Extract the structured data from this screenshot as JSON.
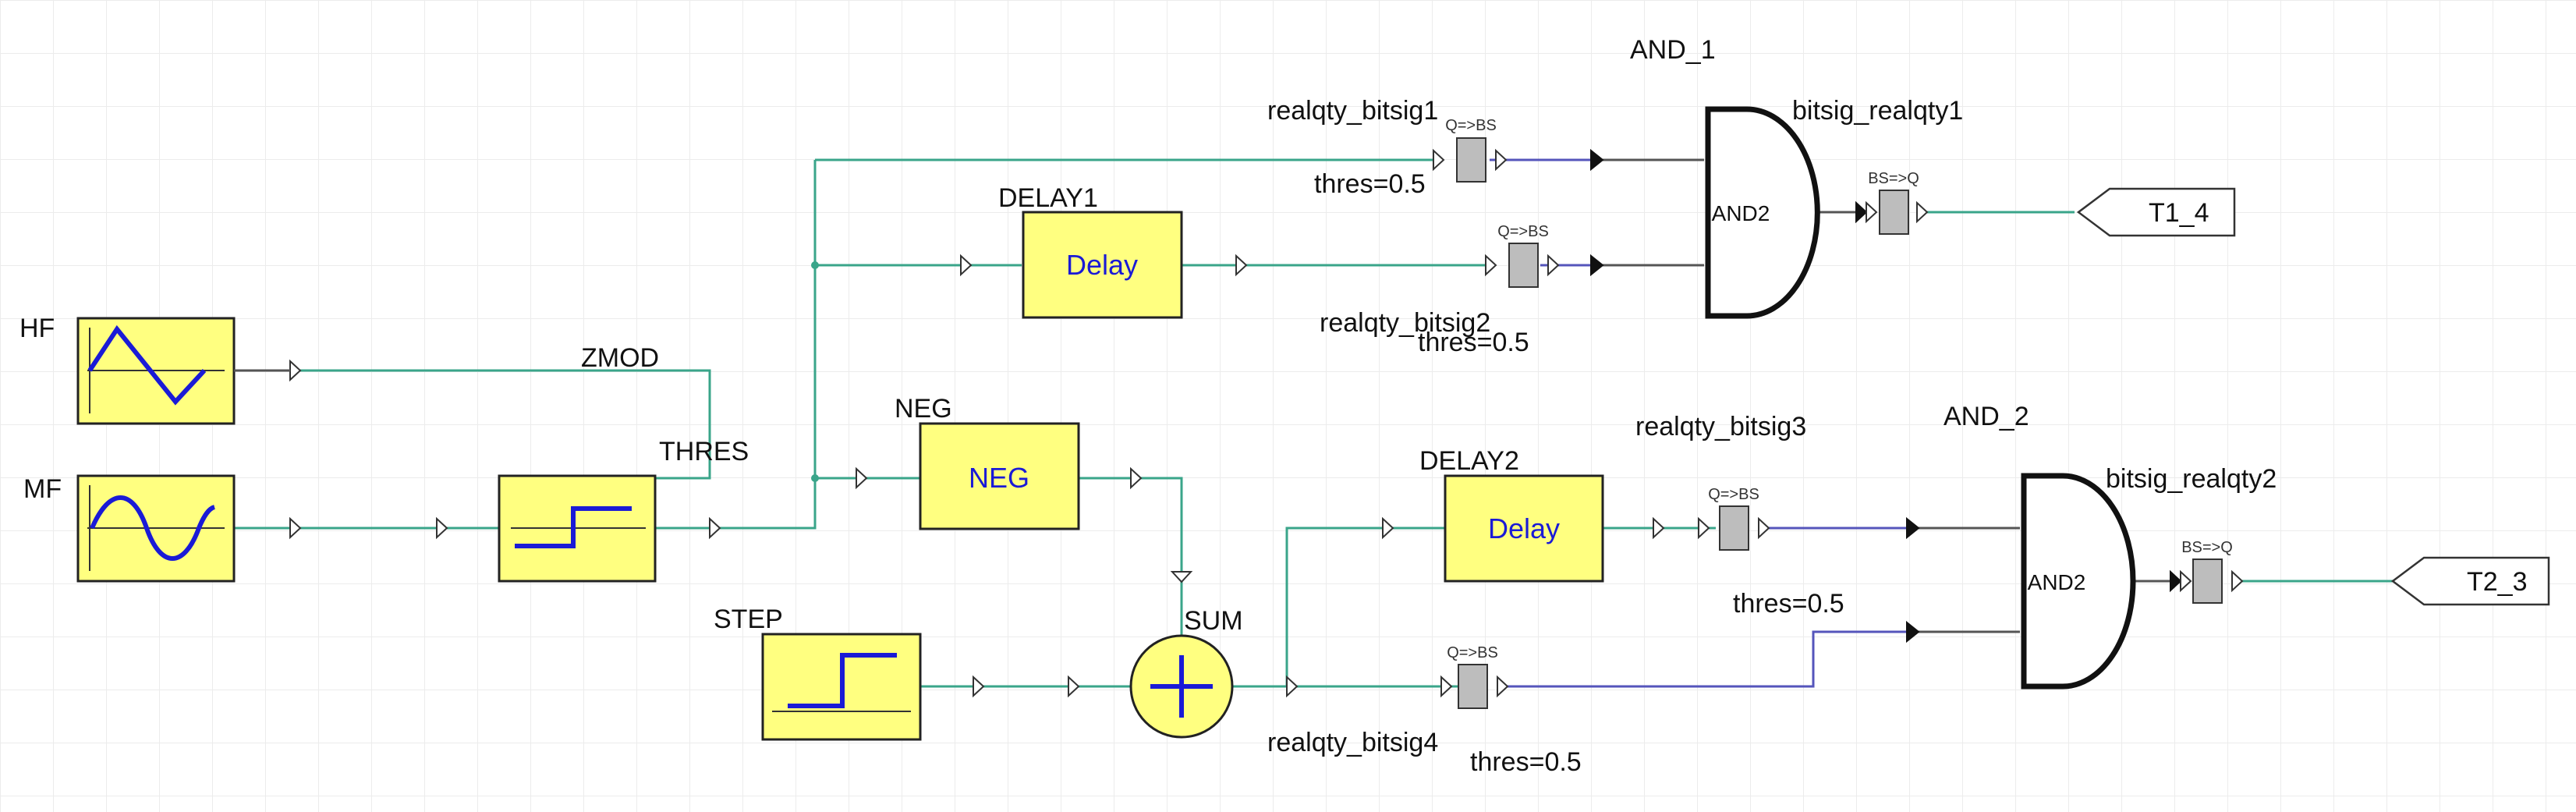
{
  "blocks": {
    "hf": {
      "name": "HF"
    },
    "mf": {
      "name": "MF"
    },
    "zmod": {
      "name": "ZMOD"
    },
    "thres": {
      "name": "THRES"
    },
    "delay1": {
      "name": "DELAY1",
      "text": "Delay"
    },
    "delay2": {
      "name": "DELAY2",
      "text": "Delay"
    },
    "neg": {
      "name": "NEG",
      "text": "NEG"
    },
    "step": {
      "name": "STEP"
    },
    "sum": {
      "name": "SUM"
    },
    "and1": {
      "name": "AND_1",
      "text": "AND2"
    },
    "and2": {
      "name": "AND_2",
      "text": "AND2"
    }
  },
  "converters": {
    "q2bs_1": {
      "name": "realqty_bitsig1",
      "tag": "Q=>BS",
      "param": "thres=0.5"
    },
    "q2bs_2": {
      "name": "realqty_bitsig2",
      "tag": "Q=>BS",
      "param": "thres=0.5"
    },
    "q2bs_3": {
      "name": "realqty_bitsig3",
      "tag": "Q=>BS",
      "param": "thres=0.5"
    },
    "q2bs_4": {
      "name": "realqty_bitsig4",
      "tag": "Q=>BS",
      "param": "thres=0.5"
    },
    "bs2q_1": {
      "name": "bitsig_realqty1",
      "tag": "BS=>Q"
    },
    "bs2q_2": {
      "name": "bitsig_realqty2",
      "tag": "BS=>Q"
    }
  },
  "terminals": {
    "t1": {
      "label": "T1_4"
    },
    "t2": {
      "label": "T2_3"
    }
  },
  "colors": {
    "analog_wire": "#3aa58a",
    "digital_wire": "#5555bb",
    "block_fill": "#ffff80",
    "glyph": "#1a1ad6"
  }
}
